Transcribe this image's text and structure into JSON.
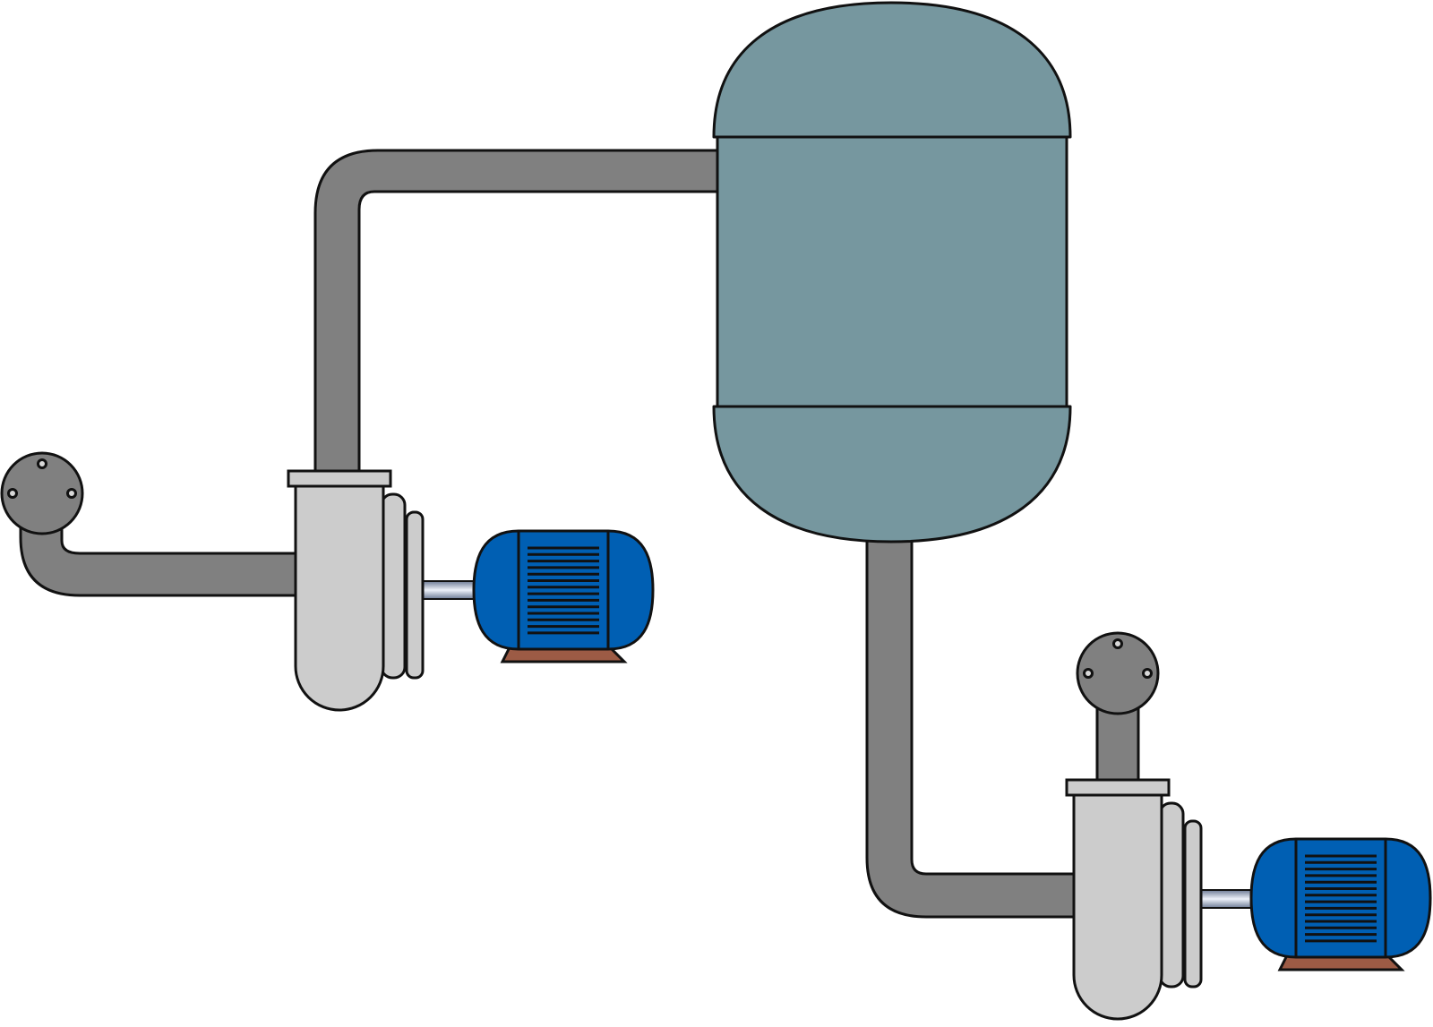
{
  "diagram": {
    "components": [
      {
        "id": "tank",
        "kind": "vessel",
        "icon": "pressure-tank-icon"
      },
      {
        "id": "pump-1",
        "kind": "centrifugal-pump",
        "icon": "pump-icon"
      },
      {
        "id": "motor-1",
        "kind": "electric-motor",
        "icon": "motor-icon"
      },
      {
        "id": "pump-2",
        "kind": "centrifugal-pump",
        "icon": "pump-icon"
      },
      {
        "id": "motor-2",
        "kind": "electric-motor",
        "icon": "motor-icon"
      },
      {
        "id": "flange-1",
        "kind": "pipe-flange",
        "icon": "flange-icon"
      },
      {
        "id": "flange-2",
        "kind": "pipe-flange",
        "icon": "flange-icon"
      }
    ],
    "connections": [
      {
        "from": "flange-1",
        "to": "pump-1"
      },
      {
        "from": "pump-1",
        "to": "tank"
      },
      {
        "from": "tank",
        "to": "pump-2"
      },
      {
        "from": "pump-2",
        "to": "flange-2"
      },
      {
        "from": "motor-1",
        "to": "pump-1",
        "via": "shaft"
      },
      {
        "from": "motor-2",
        "to": "pump-2",
        "via": "shaft"
      }
    ],
    "colors": {
      "pipe": "#808080",
      "tank": "#76979f",
      "pump_casing": "#cccccc",
      "motor": "#005fb3",
      "motor_base": "#9c5b45",
      "flange": "#808080",
      "shaft": "#a8b4cc",
      "outline": "#111111"
    }
  }
}
